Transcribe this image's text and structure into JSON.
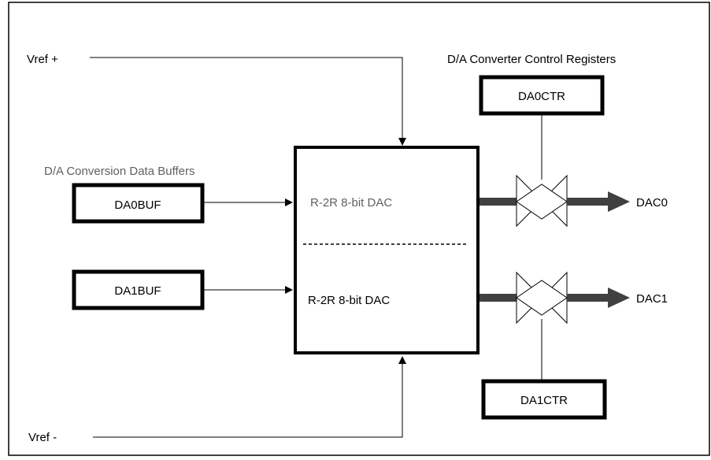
{
  "labels": {
    "vref_plus": "Vref +",
    "vref_minus": "Vref -",
    "control_registers_title": "D/A Converter Control Registers",
    "data_buffers_title": "D/A Conversion Data Buffers",
    "dac_upper": "R-2R 8-bit DAC",
    "dac_lower": "R-2R 8-bit DAC",
    "output0": "DAC0",
    "output1": "DAC1"
  },
  "registers": {
    "da0buf": "DA0BUF",
    "da1buf": "DA1BUF",
    "da0ctr": "DA0CTR",
    "da1ctr": "DA1CTR"
  },
  "colors": {
    "line": "#000000",
    "output_bus": "#404040",
    "muted_text": "#606060"
  }
}
